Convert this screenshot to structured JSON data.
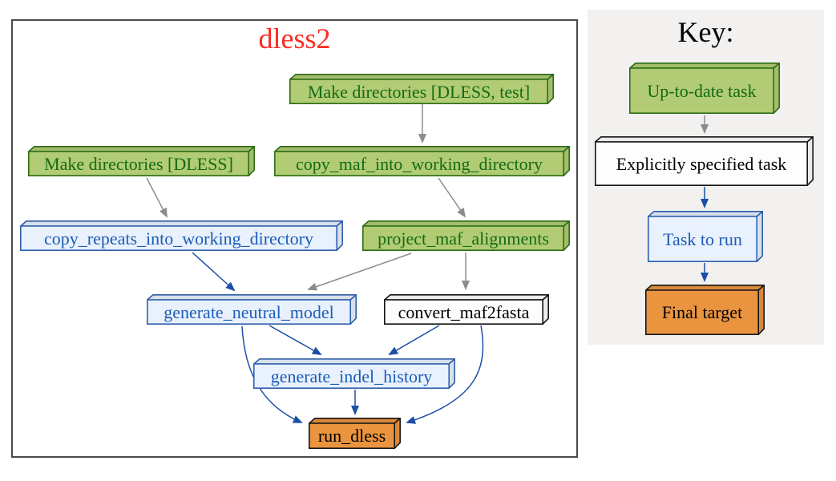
{
  "main_graph": {
    "title": "dless2",
    "title_color": "#fb2b24",
    "nodes": [
      {
        "id": "make_directories_dless_test",
        "label": "Make directories [DLESS, test]",
        "type": "up_to_date"
      },
      {
        "id": "make_directories_dless",
        "label": "Make directories [DLESS]",
        "type": "up_to_date"
      },
      {
        "id": "copy_maf_into_working_directory",
        "label": "copy_maf_into_working_directory",
        "type": "up_to_date"
      },
      {
        "id": "copy_repeats_into_working_directory",
        "label": "copy_repeats_into_working_directory",
        "type": "to_run"
      },
      {
        "id": "project_maf_alignments",
        "label": "project_maf_alignments",
        "type": "up_to_date"
      },
      {
        "id": "generate_neutral_model",
        "label": "generate_neutral_model",
        "type": "to_run"
      },
      {
        "id": "convert_maf2fasta",
        "label": "convert_maf2fasta",
        "type": "explicit"
      },
      {
        "id": "generate_indel_history",
        "label": "generate_indel_history",
        "type": "to_run"
      },
      {
        "id": "run_dless",
        "label": "run_dless",
        "type": "final_target"
      }
    ],
    "edges": [
      {
        "from": "make_directories_dless_test",
        "to": "copy_maf_into_working_directory",
        "color": "gray"
      },
      {
        "from": "make_directories_dless",
        "to": "copy_repeats_into_working_directory",
        "color": "gray"
      },
      {
        "from": "copy_maf_into_working_directory",
        "to": "project_maf_alignments",
        "color": "gray"
      },
      {
        "from": "copy_repeats_into_working_directory",
        "to": "generate_neutral_model",
        "color": "blue"
      },
      {
        "from": "project_maf_alignments",
        "to": "generate_neutral_model",
        "color": "gray"
      },
      {
        "from": "project_maf_alignments",
        "to": "convert_maf2fasta",
        "color": "gray"
      },
      {
        "from": "generate_neutral_model",
        "to": "generate_indel_history",
        "color": "blue"
      },
      {
        "from": "convert_maf2fasta",
        "to": "generate_indel_history",
        "color": "blue"
      },
      {
        "from": "generate_neutral_model",
        "to": "run_dless",
        "color": "blue"
      },
      {
        "from": "generate_indel_history",
        "to": "run_dless",
        "color": "blue"
      },
      {
        "from": "convert_maf2fasta",
        "to": "run_dless",
        "color": "blue"
      }
    ]
  },
  "key_panel": {
    "title": "Key:",
    "items": [
      {
        "label": "Up-to-date task",
        "type": "up_to_date"
      },
      {
        "label": "Explicitly specified task",
        "type": "explicit"
      },
      {
        "label": "Task to run",
        "type": "to_run"
      },
      {
        "label": "Final target",
        "type": "final_target"
      }
    ],
    "edges": [
      {
        "from": "up_to_date",
        "to": "explicit",
        "color": "gray"
      },
      {
        "from": "explicit",
        "to": "to_run",
        "color": "blue"
      },
      {
        "from": "to_run",
        "to": "final_target",
        "color": "blue"
      }
    ]
  },
  "node_types": {
    "up_to_date": {
      "fill": "#b1cc74",
      "stroke": "#2d6e17",
      "text": "#156a15"
    },
    "explicit": {
      "fill": "#fdfdfd",
      "stroke": "#141414",
      "text": "#000000"
    },
    "to_run": {
      "fill": "#e9f1fd",
      "stroke": "#3061ad",
      "text": "#1b5cb8"
    },
    "final_target": {
      "fill": "#ea9440",
      "stroke": "#171717",
      "text": "#000000"
    }
  },
  "edge_colors": {
    "gray": "#8c8c8c",
    "blue": "#1b4fa5"
  }
}
